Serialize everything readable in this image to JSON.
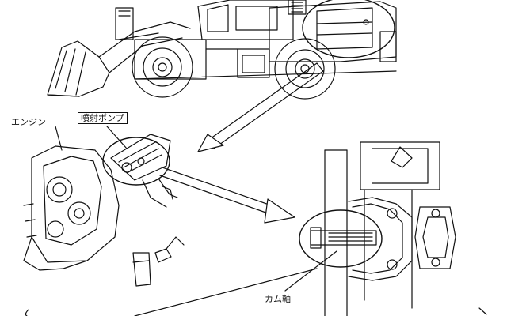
{
  "labels": {
    "engine": "エンジン",
    "injection_pump": "噴射ポンプ",
    "cam_shaft": "カム軸"
  }
}
